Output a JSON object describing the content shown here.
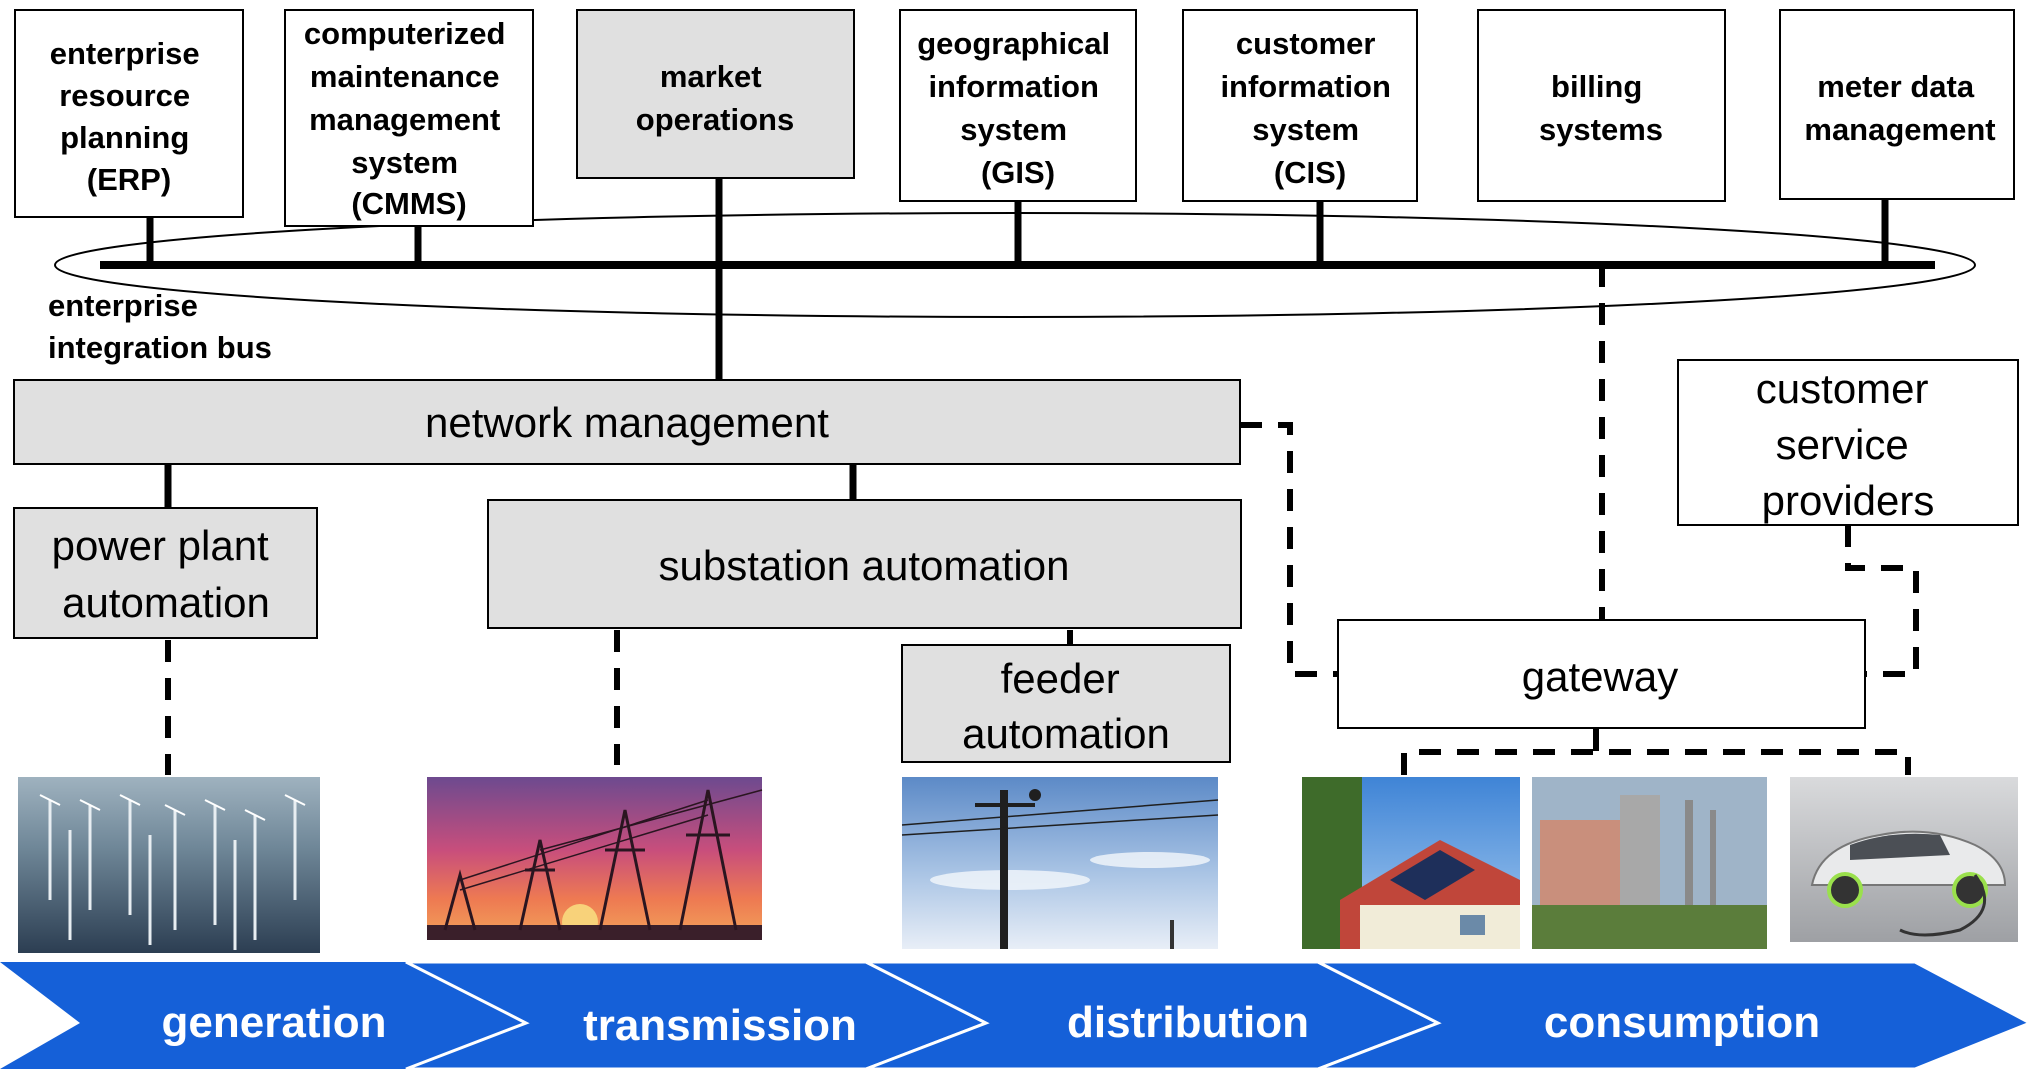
{
  "enterprise_systems": [
    {
      "id": "erp",
      "lines": [
        "enterprise",
        "resource",
        "planning",
        "(ERP)"
      ]
    },
    {
      "id": "cmms",
      "lines": [
        "computerized",
        "maintenance",
        "management",
        "system",
        "(CMMS)"
      ]
    },
    {
      "id": "market",
      "lines": [
        "market",
        "operations"
      ]
    },
    {
      "id": "gis",
      "lines": [
        "geographical",
        "information",
        "system",
        "(GIS)"
      ]
    },
    {
      "id": "cis",
      "lines": [
        "customer",
        "information",
        "system",
        "(CIS)"
      ]
    },
    {
      "id": "billing",
      "lines": [
        "billing",
        "systems"
      ]
    },
    {
      "id": "mdm",
      "lines": [
        "meter data",
        "management"
      ]
    }
  ],
  "bus_label": [
    "enterprise",
    "integration bus"
  ],
  "network_management": "network management",
  "power_plant_automation": [
    "power plant",
    "automation"
  ],
  "substation_automation": "substation automation",
  "feeder_automation": [
    "feeder",
    "automation"
  ],
  "gateway": "gateway",
  "customer_service_providers": [
    "customer",
    "service",
    "providers"
  ],
  "stages": [
    "generation",
    "transmission",
    "distribution",
    "consumption"
  ],
  "photos": [
    "wind-farm-photo",
    "transmission-towers-photo",
    "distribution-pole-photo",
    "solar-house-photo",
    "industrial-plant-photo",
    "electric-car-photo"
  ],
  "colors": {
    "box_fill": "#e0e0e0",
    "stage_blue": "#1560d8"
  }
}
